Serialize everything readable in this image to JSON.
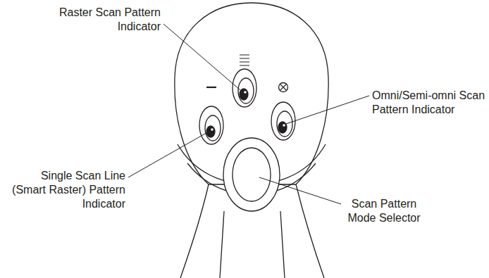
{
  "diagram": {
    "labels": [
      "Raster Scan Pattern Indicator",
      "Omni/Semi-omni Scan Pattern Indicator",
      "Single Scan Line (Smart Raster) Pattern Indicator",
      "Scan Pattern Mode Selector"
    ]
  }
}
